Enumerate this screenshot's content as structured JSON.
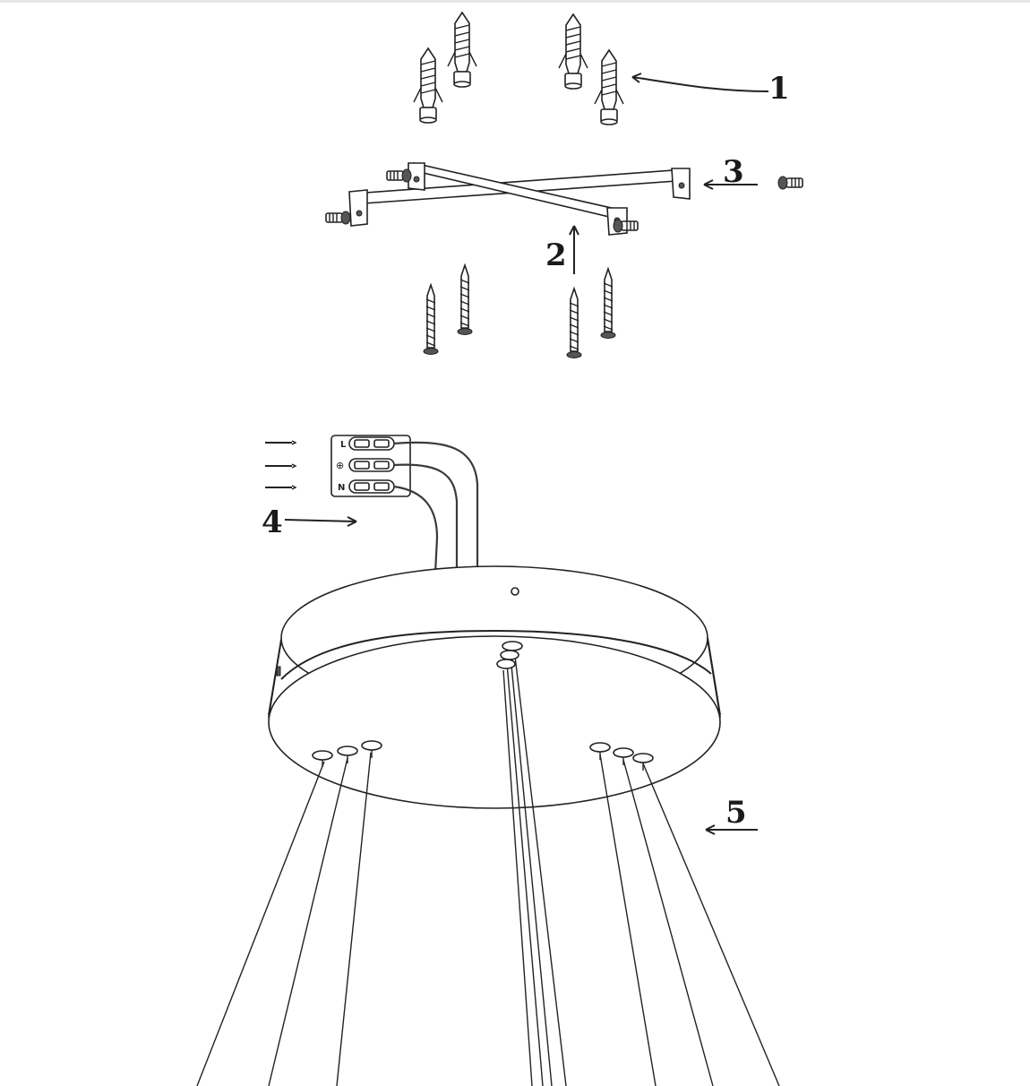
{
  "callouts": {
    "c1": "1",
    "c2": "2",
    "c3": "3",
    "c4": "4",
    "c5": "5"
  },
  "connector_marks": {
    "top": "L",
    "middle": "⊕",
    "bottom": "N"
  },
  "colors": {
    "line": "#222222",
    "background": "#ffffff"
  },
  "icons": {
    "anchors": "wall-plug-icon",
    "screws": "wood-screw-icon",
    "bracket": "cross-bracket-icon",
    "terminal": "terminal-block-icon",
    "canopy": "ceiling-canopy-icon"
  }
}
